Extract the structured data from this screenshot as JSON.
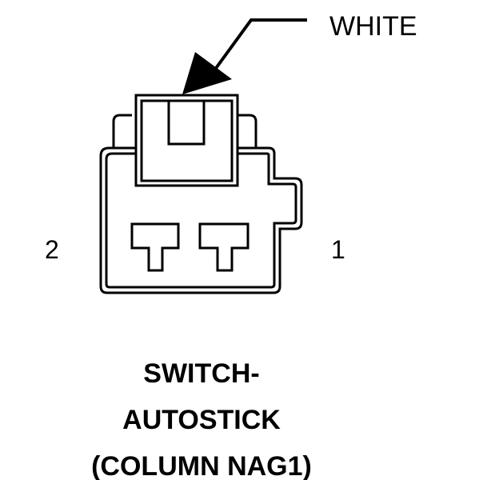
{
  "wire_color_label": "WHITE",
  "pins": {
    "left": "2",
    "right": "1"
  },
  "caption": [
    "SWITCH-",
    "AUTOSTICK",
    "(COLUMN NAG1)"
  ]
}
